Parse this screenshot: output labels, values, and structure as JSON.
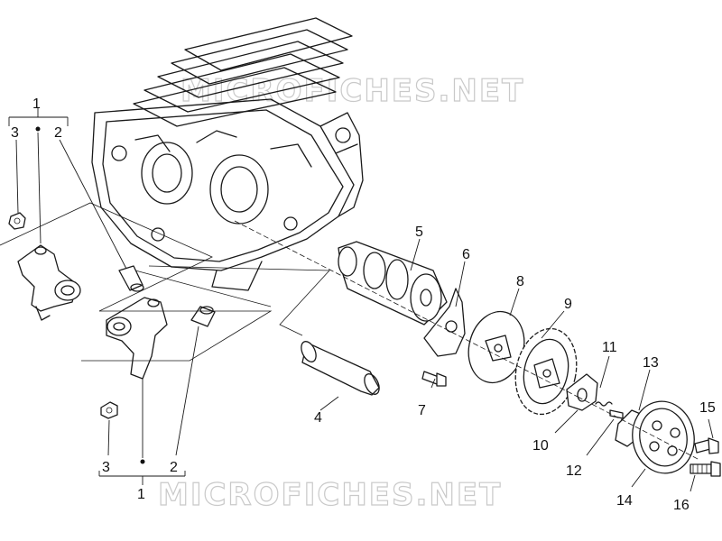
{
  "watermark": {
    "top": "MICROFICHES.NET",
    "bottom": "MICROFICHES.NET",
    "color": "#c9c9c9"
  },
  "callouts": {
    "c1_top": "1",
    "c2_top": "2",
    "c3_top": "3",
    "c1_bot": "1",
    "c2_bot": "2",
    "c3_bot": "3",
    "c4": "4",
    "c5": "5",
    "c6": "6",
    "c7": "7",
    "c8": "8",
    "c9": "9",
    "c10": "10",
    "c11": "11",
    "c12": "12",
    "c13": "13",
    "c14": "14",
    "c15": "15",
    "c16": "16"
  },
  "colors": {
    "line": "#1a1a1a",
    "background": "#ffffff"
  }
}
